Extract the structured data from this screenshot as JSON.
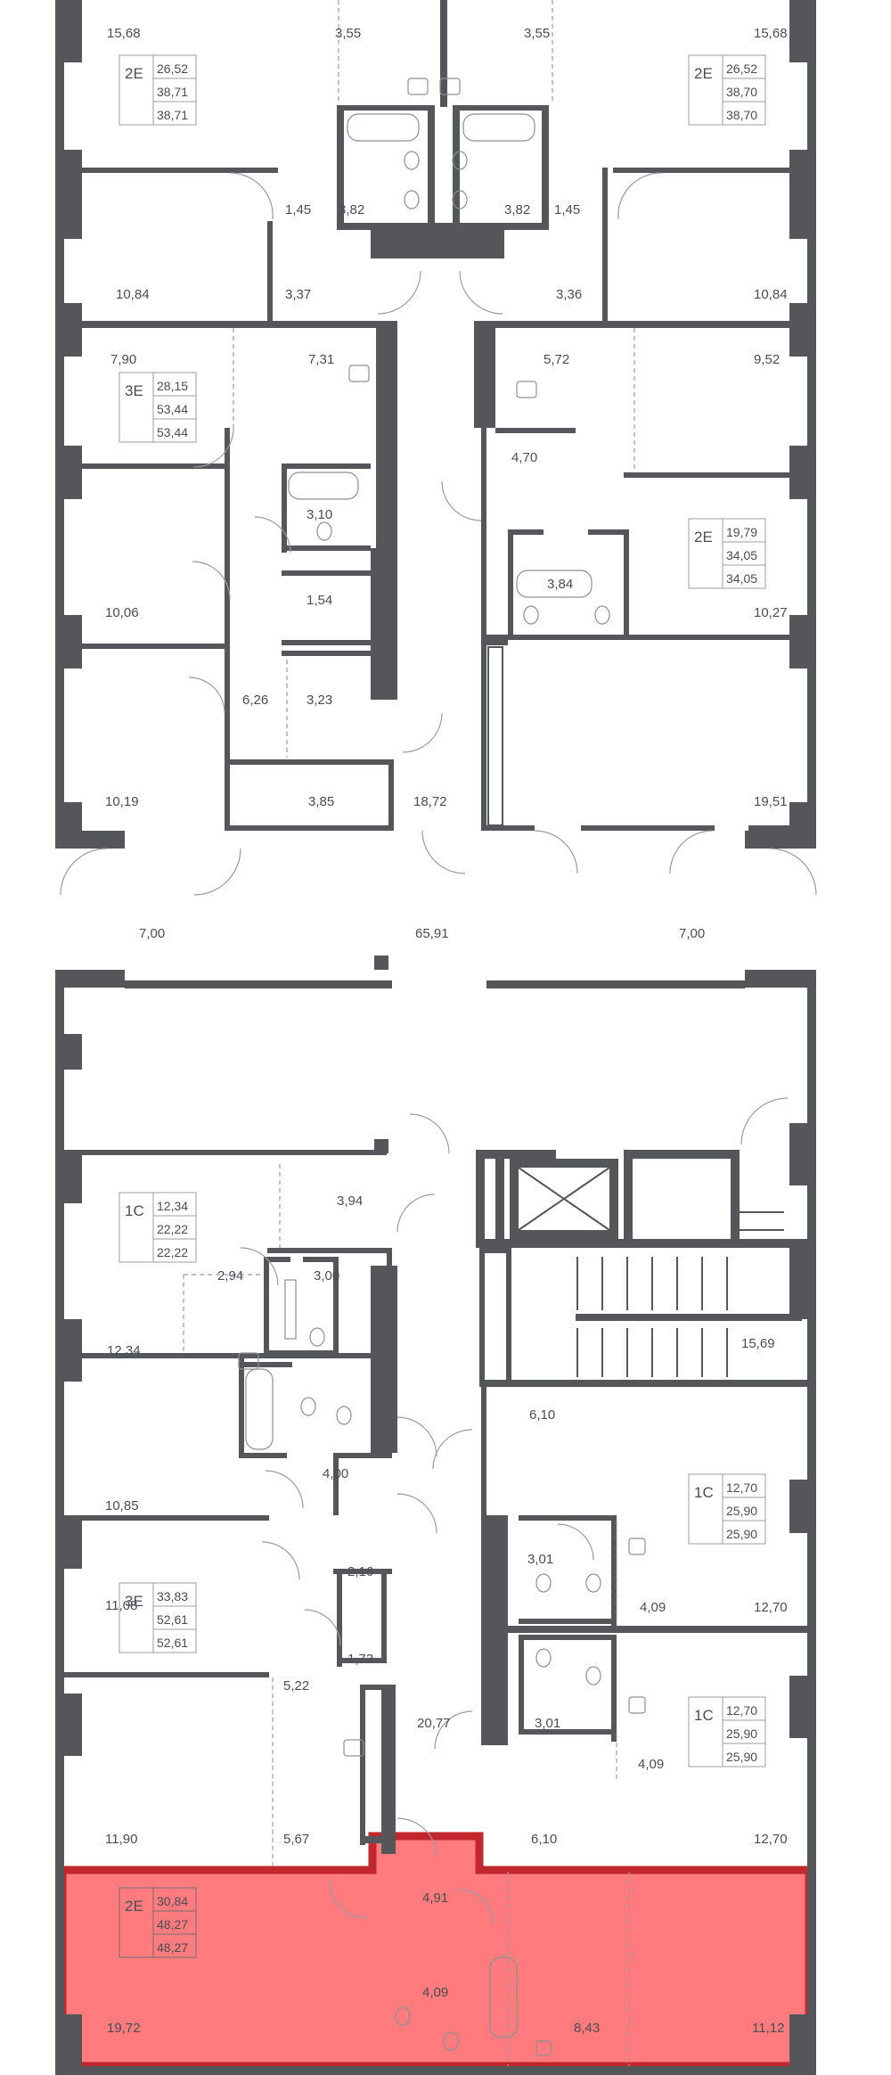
{
  "colors": {
    "wall": "#545659",
    "highlight_fill": "#ff7b7d",
    "highlight_edge": "#c1272d",
    "text": "#4a4d52"
  },
  "apartments": [
    {
      "id": "a1",
      "type": "2E",
      "living": "26,52",
      "total": "38,71",
      "total_b": "38,71"
    },
    {
      "id": "a2",
      "type": "2E",
      "living": "26,52",
      "total": "38,70",
      "total_b": "38,70"
    },
    {
      "id": "a3",
      "type": "3E",
      "living": "28,15",
      "total": "53,44",
      "total_b": "53,44"
    },
    {
      "id": "a4",
      "type": "2E",
      "living": "19,79",
      "total": "34,05",
      "total_b": "34,05"
    },
    {
      "id": "a5",
      "type": "1C",
      "living": "12,34",
      "total": "22,22",
      "total_b": "22,22"
    },
    {
      "id": "a6",
      "type": "1C",
      "living": "12,70",
      "total": "25,90",
      "total_b": "25,90"
    },
    {
      "id": "a7",
      "type": "3E",
      "living": "33,83",
      "total": "52,61",
      "total_b": "52,61"
    },
    {
      "id": "a8",
      "type": "1C",
      "living": "12,70",
      "total": "25,90",
      "total_b": "25,90"
    },
    {
      "id": "a9",
      "type": "2E",
      "living": "30,84",
      "total": "48,27",
      "total_b": "48,27",
      "selected": true
    }
  ],
  "room_areas": [
    "15,68",
    "3,55",
    "3,55",
    "15,68",
    "1,45",
    "3,82",
    "3,82",
    "1,45",
    "10,84",
    "3,37",
    "3,36",
    "10,84",
    "7,90",
    "7,31",
    "5,72",
    "9,52",
    "4,70",
    "3,10",
    "10,06",
    "1,54",
    "3,84",
    "10,27",
    "6,26",
    "3,23",
    "10,19",
    "3,85",
    "18,72",
    "19,51",
    "7,00",
    "65,91",
    "7,00",
    "3,94",
    "2,94",
    "3,00",
    "12,34",
    "15,69",
    "6,10",
    "10,85",
    "4,00",
    "3,01",
    "4,09",
    "12,70",
    "2,16",
    "11,08",
    "1,73",
    "5,22",
    "3,01",
    "20,77",
    "4,09",
    "11,90",
    "5,67",
    "6,10",
    "12,70",
    "4,91",
    "4,09",
    "19,72",
    "8,43",
    "11,12"
  ]
}
